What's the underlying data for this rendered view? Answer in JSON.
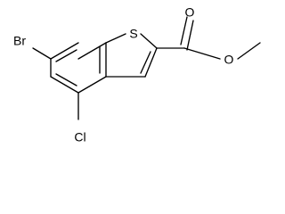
{
  "structure": {
    "atoms": {
      "sulfur": "S",
      "carbonyl_oxygen": "O",
      "ester_oxygen": "O",
      "bromine": "Br",
      "chlorine": "Cl"
    }
  }
}
